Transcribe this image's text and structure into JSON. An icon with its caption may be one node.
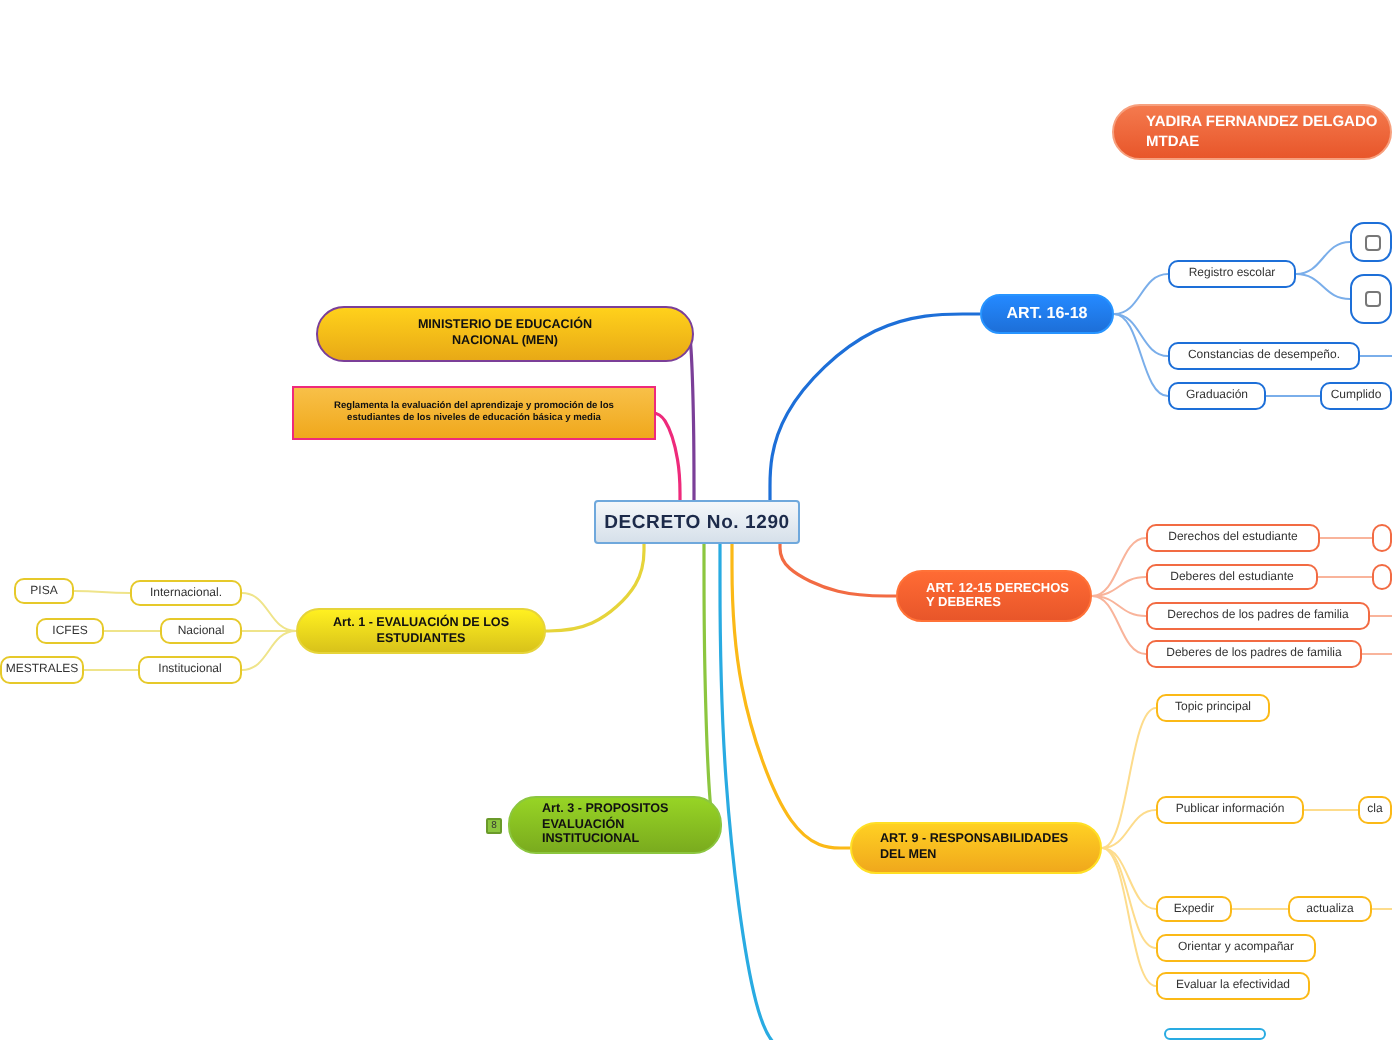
{
  "diagram": {
    "nodes": [
      {
        "text": [
          "DECRETO No. 1290"
        ]
      },
      {
        "text": [
          "YADIRA FERNANDEZ DELGADO MTDAE"
        ]
      },
      {
        "text": [
          "MINISTERIO DE EDUCACIÓN NACIONAL (MEN)"
        ]
      },
      {
        "text": [
          "Reglamenta la evaluación del aprendizaje y promoción de los estudiantes de los niveles de educación básica y media"
        ]
      },
      {
        "text": [
          "Art. 1 - EVALUACIÓN DE LOS ESTUDIANTES"
        ]
      },
      {
        "text": [
          "Internacional."
        ]
      },
      {
        "text": [
          "Nacional"
        ]
      },
      {
        "text": [
          "Institucional"
        ]
      },
      {
        "text": [
          "PISA"
        ]
      },
      {
        "text": [
          "ICFES"
        ]
      },
      {
        "text": [
          "MESTRALES"
        ]
      },
      {
        "text": [
          "Art. 3 - PROPOSITOS EVALUACIÓN INSTITUCIONAL"
        ],
        "beside": [
          "8"
        ]
      },
      {
        "text": [
          "ART. 16-18"
        ]
      },
      {
        "text": [
          "Registro  escolar"
        ]
      },
      {
        "text": [],
        "shape": "box"
      },
      {
        "text": [],
        "shape": "box"
      },
      {
        "text": [
          "Constancias de desempeño."
        ]
      },
      {
        "text": [
          "Graduación"
        ]
      },
      {
        "text": [
          "Cumplido"
        ]
      },
      {
        "text": [
          "ART. 12-15 DERECHOS Y DEBERES"
        ]
      },
      {
        "text": [
          "Derechos del  estudiante"
        ]
      },
      {
        "text": [],
        "shape": "box"
      },
      {
        "text": [
          "Deberes  del  estudiante"
        ]
      },
      {
        "text": [],
        "shape": "box"
      },
      {
        "text": [
          "Derechos de los padres de familia"
        ]
      },
      {
        "text": [
          "Deberes de los padres de familia"
        ]
      },
      {
        "text": [
          "ART. 9 - RESPONSABILIDADES DEL MEN"
        ]
      },
      {
        "text": [
          "Topic principal"
        ]
      },
      {
        "text": [
          "Publicar información"
        ]
      },
      {
        "text": [
          "cla"
        ]
      },
      {
        "text": [
          "Expedir"
        ]
      },
      {
        "text": [
          "actualiza"
        ]
      },
      {
        "text": [
          "Orientar  y acompañar"
        ]
      },
      {
        "text": [
          "Evaluar la efectividad"
        ]
      },
      {
        "text": [],
        "shape": "box"
      }
    ],
    "edges": [
      {
        "from": 0,
        "to": 2,
        "arrow": "none",
        "color": "#7b3f98"
      },
      {
        "from": 0,
        "to": 3,
        "arrow": "none",
        "color": "#ee2a7b"
      },
      {
        "from": 0,
        "to": 4,
        "arrow": "none",
        "color": "#e6d43a"
      },
      {
        "from": 0,
        "to": 11,
        "arrow": "none",
        "color": "#8cc63f"
      },
      {
        "from": 0,
        "to": 12,
        "arrow": "none",
        "color": "#1d6fd8"
      },
      {
        "from": 0,
        "to": 19,
        "arrow": "none",
        "color": "#f26b43"
      },
      {
        "from": 0,
        "to": 26,
        "arrow": "none",
        "color": "#fbb917"
      },
      {
        "from": 0,
        "to": null,
        "arrow": "none",
        "color": "#29abe2"
      },
      {
        "from": 4,
        "to": 5,
        "arrow": "none",
        "color": "#efe48a"
      },
      {
        "from": 4,
        "to": 6,
        "arrow": "none",
        "color": "#efe48a"
      },
      {
        "from": 4,
        "to": 7,
        "arrow": "none",
        "color": "#efe48a"
      },
      {
        "from": 5,
        "to": 8,
        "arrow": "none",
        "color": "#efe48a"
      },
      {
        "from": 6,
        "to": 9,
        "arrow": "none",
        "color": "#efe48a"
      },
      {
        "from": 7,
        "to": 10,
        "arrow": "none",
        "color": "#efe48a"
      },
      {
        "from": 12,
        "to": 13,
        "arrow": "none",
        "color": "#7aaeea"
      },
      {
        "from": 12,
        "to": 16,
        "arrow": "none",
        "color": "#7aaeea"
      },
      {
        "from": 12,
        "to": 17,
        "arrow": "none",
        "color": "#7aaeea"
      },
      {
        "from": 13,
        "to": 14,
        "arrow": "none",
        "color": "#7aaeea"
      },
      {
        "from": 13,
        "to": 15,
        "arrow": "none",
        "color": "#7aaeea"
      },
      {
        "from": 16,
        "to": null,
        "arrow": "none",
        "color": "#7aaeea"
      },
      {
        "from": 17,
        "to": 18,
        "arrow": "none",
        "color": "#7aaeea"
      },
      {
        "from": 19,
        "to": 20,
        "arrow": "none",
        "color": "#f9b49b"
      },
      {
        "from": 19,
        "to": 22,
        "arrow": "none",
        "color": "#f9b49b"
      },
      {
        "from": 19,
        "to": 24,
        "arrow": "none",
        "color": "#f9b49b"
      },
      {
        "from": 19,
        "to": 25,
        "arrow": "none",
        "color": "#f9b49b"
      },
      {
        "from": 20,
        "to": 21,
        "arrow": "none",
        "color": "#f9b49b"
      },
      {
        "from": 22,
        "to": 23,
        "arrow": "none",
        "color": "#f9b49b"
      },
      {
        "from": 24,
        "to": null,
        "arrow": "none",
        "color": "#f9b49b"
      },
      {
        "from": 25,
        "to": null,
        "arrow": "none",
        "color": "#f9b49b"
      },
      {
        "from": 26,
        "to": 27,
        "arrow": "none",
        "color": "#fddc8c"
      },
      {
        "from": 26,
        "to": 28,
        "arrow": "none",
        "color": "#fddc8c"
      },
      {
        "from": 26,
        "to": 30,
        "arrow": "none",
        "color": "#fddc8c"
      },
      {
        "from": 26,
        "to": 32,
        "arrow": "none",
        "color": "#fddc8c"
      },
      {
        "from": 26,
        "to": 33,
        "arrow": "none",
        "color": "#fddc8c"
      },
      {
        "from": 28,
        "to": 29,
        "arrow": "none",
        "color": "#fddc8c"
      },
      {
        "from": 30,
        "to": 31,
        "arrow": "none",
        "color": "#fddc8c"
      },
      {
        "from": 31,
        "to": null,
        "arrow": "none",
        "color": "#fddc8c"
      }
    ]
  }
}
